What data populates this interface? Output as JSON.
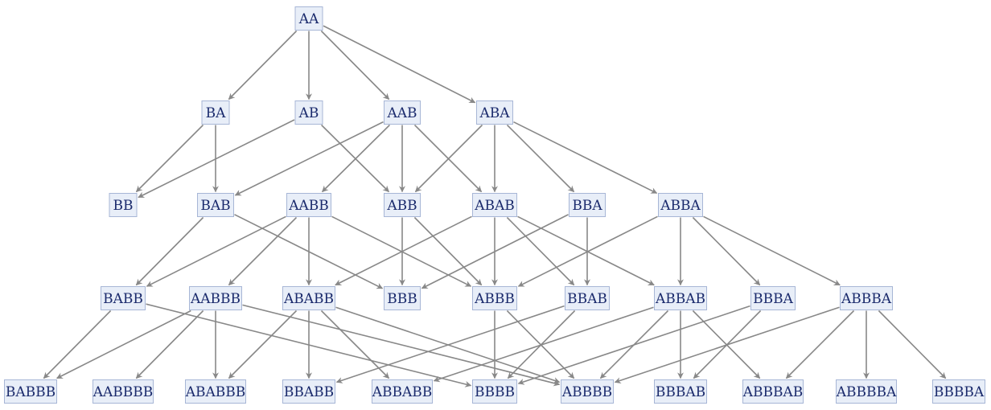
{
  "nodes": [
    {
      "id": "AA",
      "label": "AA",
      "level": 0
    },
    {
      "id": "BA",
      "label": "BA",
      "level": 1
    },
    {
      "id": "AB",
      "label": "AB",
      "level": 1
    },
    {
      "id": "AAB",
      "label": "AAB",
      "level": 1
    },
    {
      "id": "ABA",
      "label": "ABA",
      "level": 1
    },
    {
      "id": "BB",
      "label": "BB",
      "level": 2
    },
    {
      "id": "BAB",
      "label": "BAB",
      "level": 2
    },
    {
      "id": "AABB",
      "label": "AABB",
      "level": 2
    },
    {
      "id": "ABB",
      "label": "ABB",
      "level": 2
    },
    {
      "id": "ABAB",
      "label": "ABAB",
      "level": 2
    },
    {
      "id": "BBA",
      "label": "BBA",
      "level": 2
    },
    {
      "id": "ABBA",
      "label": "ABBA",
      "level": 2
    },
    {
      "id": "BABB",
      "label": "BABB",
      "level": 3
    },
    {
      "id": "AABBB",
      "label": "AABBB",
      "level": 3
    },
    {
      "id": "ABABB",
      "label": "ABABB",
      "level": 3
    },
    {
      "id": "BBB",
      "label": "BBB",
      "level": 3
    },
    {
      "id": "ABBB",
      "label": "ABBB",
      "level": 3
    },
    {
      "id": "BBAB",
      "label": "BBAB",
      "level": 3
    },
    {
      "id": "ABBAB",
      "label": "ABBAB",
      "level": 3
    },
    {
      "id": "BBBA",
      "label": "BBBA",
      "level": 3
    },
    {
      "id": "ABBBA",
      "label": "ABBBA",
      "level": 3
    },
    {
      "id": "BABBB",
      "label": "BABBB",
      "level": 4
    },
    {
      "id": "AABBBB",
      "label": "AABBBB",
      "level": 4
    },
    {
      "id": "ABABBB",
      "label": "ABABBB",
      "level": 4
    },
    {
      "id": "BBABB",
      "label": "BBABB",
      "level": 4
    },
    {
      "id": "ABBABB",
      "label": "ABBABB",
      "level": 4
    },
    {
      "id": "BBBB",
      "label": "BBBB",
      "level": 4
    },
    {
      "id": "ABBBB",
      "label": "ABBBB",
      "level": 4
    },
    {
      "id": "BBBAB",
      "label": "BBBAB",
      "level": 4
    },
    {
      "id": "ABBBAB",
      "label": "ABBBAB",
      "level": 4
    },
    {
      "id": "ABBBBA",
      "label": "ABBBBA",
      "level": 4
    },
    {
      "id": "BBBBA",
      "label": "BBBBA",
      "level": 4
    }
  ],
  "edges": [
    [
      "AA",
      "BA"
    ],
    [
      "AA",
      "AB"
    ],
    [
      "AA",
      "AAB"
    ],
    [
      "AA",
      "ABA"
    ],
    [
      "BA",
      "BB"
    ],
    [
      "BA",
      "BAB"
    ],
    [
      "AB",
      "BB"
    ],
    [
      "AB",
      "ABB"
    ],
    [
      "AAB",
      "BAB"
    ],
    [
      "AAB",
      "AABB"
    ],
    [
      "AAB",
      "ABB"
    ],
    [
      "AAB",
      "ABAB"
    ],
    [
      "ABA",
      "ABB"
    ],
    [
      "ABA",
      "ABAB"
    ],
    [
      "ABA",
      "BBA"
    ],
    [
      "ABA",
      "ABBA"
    ],
    [
      "BAB",
      "BABB"
    ],
    [
      "BAB",
      "BBB"
    ],
    [
      "AABB",
      "BABB"
    ],
    [
      "AABB",
      "AABBB"
    ],
    [
      "AABB",
      "ABABB"
    ],
    [
      "AABB",
      "ABBB"
    ],
    [
      "ABB",
      "BBB"
    ],
    [
      "ABB",
      "ABBB"
    ],
    [
      "ABAB",
      "ABABB"
    ],
    [
      "ABAB",
      "ABBB"
    ],
    [
      "ABAB",
      "BBAB"
    ],
    [
      "ABAB",
      "ABBAB"
    ],
    [
      "BBA",
      "BBB"
    ],
    [
      "BBA",
      "BBAB"
    ],
    [
      "ABBA",
      "ABBB"
    ],
    [
      "ABBA",
      "ABBAB"
    ],
    [
      "ABBA",
      "BBBA"
    ],
    [
      "ABBA",
      "ABBBA"
    ],
    [
      "BABB",
      "BABBB"
    ],
    [
      "BABB",
      "BBBB"
    ],
    [
      "AABBB",
      "BABBB"
    ],
    [
      "AABBB",
      "AABBBB"
    ],
    [
      "AABBB",
      "ABABBB"
    ],
    [
      "AABBB",
      "ABBBB"
    ],
    [
      "ABABB",
      "ABABBB"
    ],
    [
      "ABABB",
      "BBABB"
    ],
    [
      "ABABB",
      "ABBABB"
    ],
    [
      "ABABB",
      "ABBBB"
    ],
    [
      "ABBB",
      "BBBB"
    ],
    [
      "ABBB",
      "ABBBB"
    ],
    [
      "BBAB",
      "BBABB"
    ],
    [
      "BBAB",
      "BBBB"
    ],
    [
      "ABBAB",
      "ABBABB"
    ],
    [
      "ABBAB",
      "ABBBB"
    ],
    [
      "ABBAB",
      "BBBAB"
    ],
    [
      "ABBAB",
      "ABBBAB"
    ],
    [
      "BBBA",
      "BBBB"
    ],
    [
      "BBBA",
      "BBBAB"
    ],
    [
      "ABBBA",
      "ABBBB"
    ],
    [
      "ABBBA",
      "ABBBAB"
    ],
    [
      "ABBBA",
      "ABBBBA"
    ],
    [
      "ABBBA",
      "BBBBA"
    ]
  ]
}
